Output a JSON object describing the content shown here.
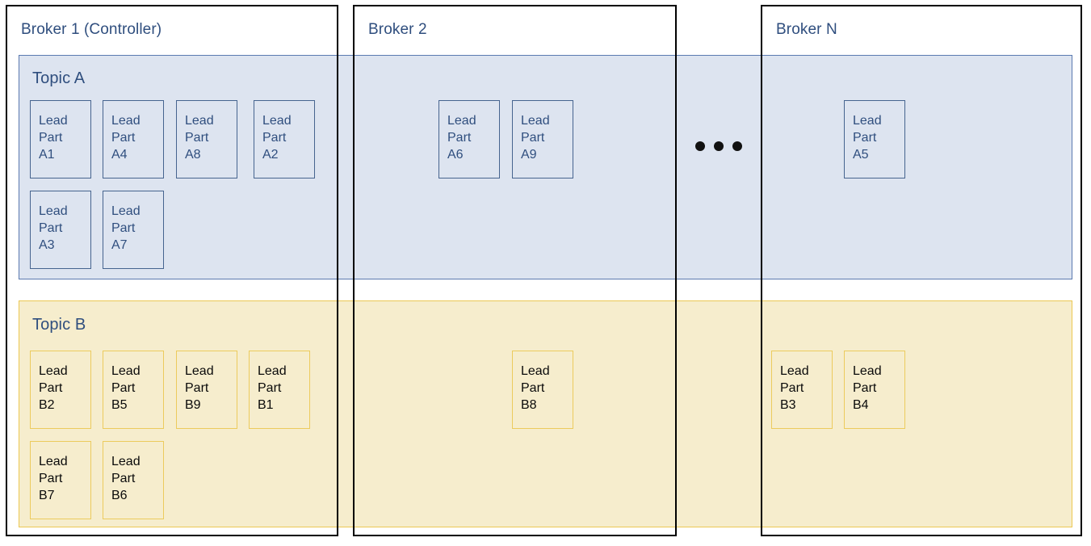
{
  "diagram": {
    "title_text_color": "#2f4e7e",
    "topic_a_fill": "#dde4f0",
    "topic_a_stroke": "#5b7ab0",
    "topic_b_fill": "#f6edcd",
    "topic_b_stroke": "#ecc853",
    "broker_stroke": "#000000"
  },
  "topics": {
    "a": {
      "label": "Topic A"
    },
    "b": {
      "label": "Topic B"
    }
  },
  "brokers": [
    {
      "id": "broker-1",
      "title": "Broker 1 (Controller)"
    },
    {
      "id": "broker-2",
      "title": "Broker 2"
    },
    {
      "id": "broker-n",
      "title": "Broker N"
    }
  ],
  "partitions": {
    "broker1_topic_a": [
      {
        "line1": "Lead",
        "line2": "Part",
        "line3": "A1"
      },
      {
        "line1": "Lead",
        "line2": "Part",
        "line3": "A4"
      },
      {
        "line1": "Lead",
        "line2": "Part",
        "line3": "A8"
      },
      {
        "line1": "Lead",
        "line2": "Part",
        "line3": "A2"
      },
      {
        "line1": "Lead",
        "line2": "Part",
        "line3": "A3"
      },
      {
        "line1": "Lead",
        "line2": "Part",
        "line3": "A7"
      }
    ],
    "broker2_topic_a": [
      {
        "line1": "Lead",
        "line2": "Part",
        "line3": "A6"
      },
      {
        "line1": "Lead",
        "line2": "Part",
        "line3": "A9"
      }
    ],
    "brokern_topic_a": [
      {
        "line1": "Lead",
        "line2": "Part",
        "line3": "A5"
      }
    ],
    "broker1_topic_b": [
      {
        "line1": "Lead",
        "line2": "Part",
        "line3": "B2"
      },
      {
        "line1": "Lead",
        "line2": "Part",
        "line3": "B5"
      },
      {
        "line1": "Lead",
        "line2": "Part",
        "line3": "B9"
      },
      {
        "line1": "Lead",
        "line2": "Part",
        "line3": "B1"
      },
      {
        "line1": "Lead",
        "line2": "Part",
        "line3": "B7"
      },
      {
        "line1": "Lead",
        "line2": "Part",
        "line3": "B6"
      }
    ],
    "broker2_topic_b": [
      {
        "line1": "Lead",
        "line2": "Part",
        "line3": "B8"
      }
    ],
    "brokern_topic_b": [
      {
        "line1": "Lead",
        "line2": "Part",
        "line3": "B3"
      },
      {
        "line1": "Lead",
        "line2": "Part",
        "line3": "B4"
      }
    ]
  },
  "ellipsis": {
    "count": 3
  }
}
